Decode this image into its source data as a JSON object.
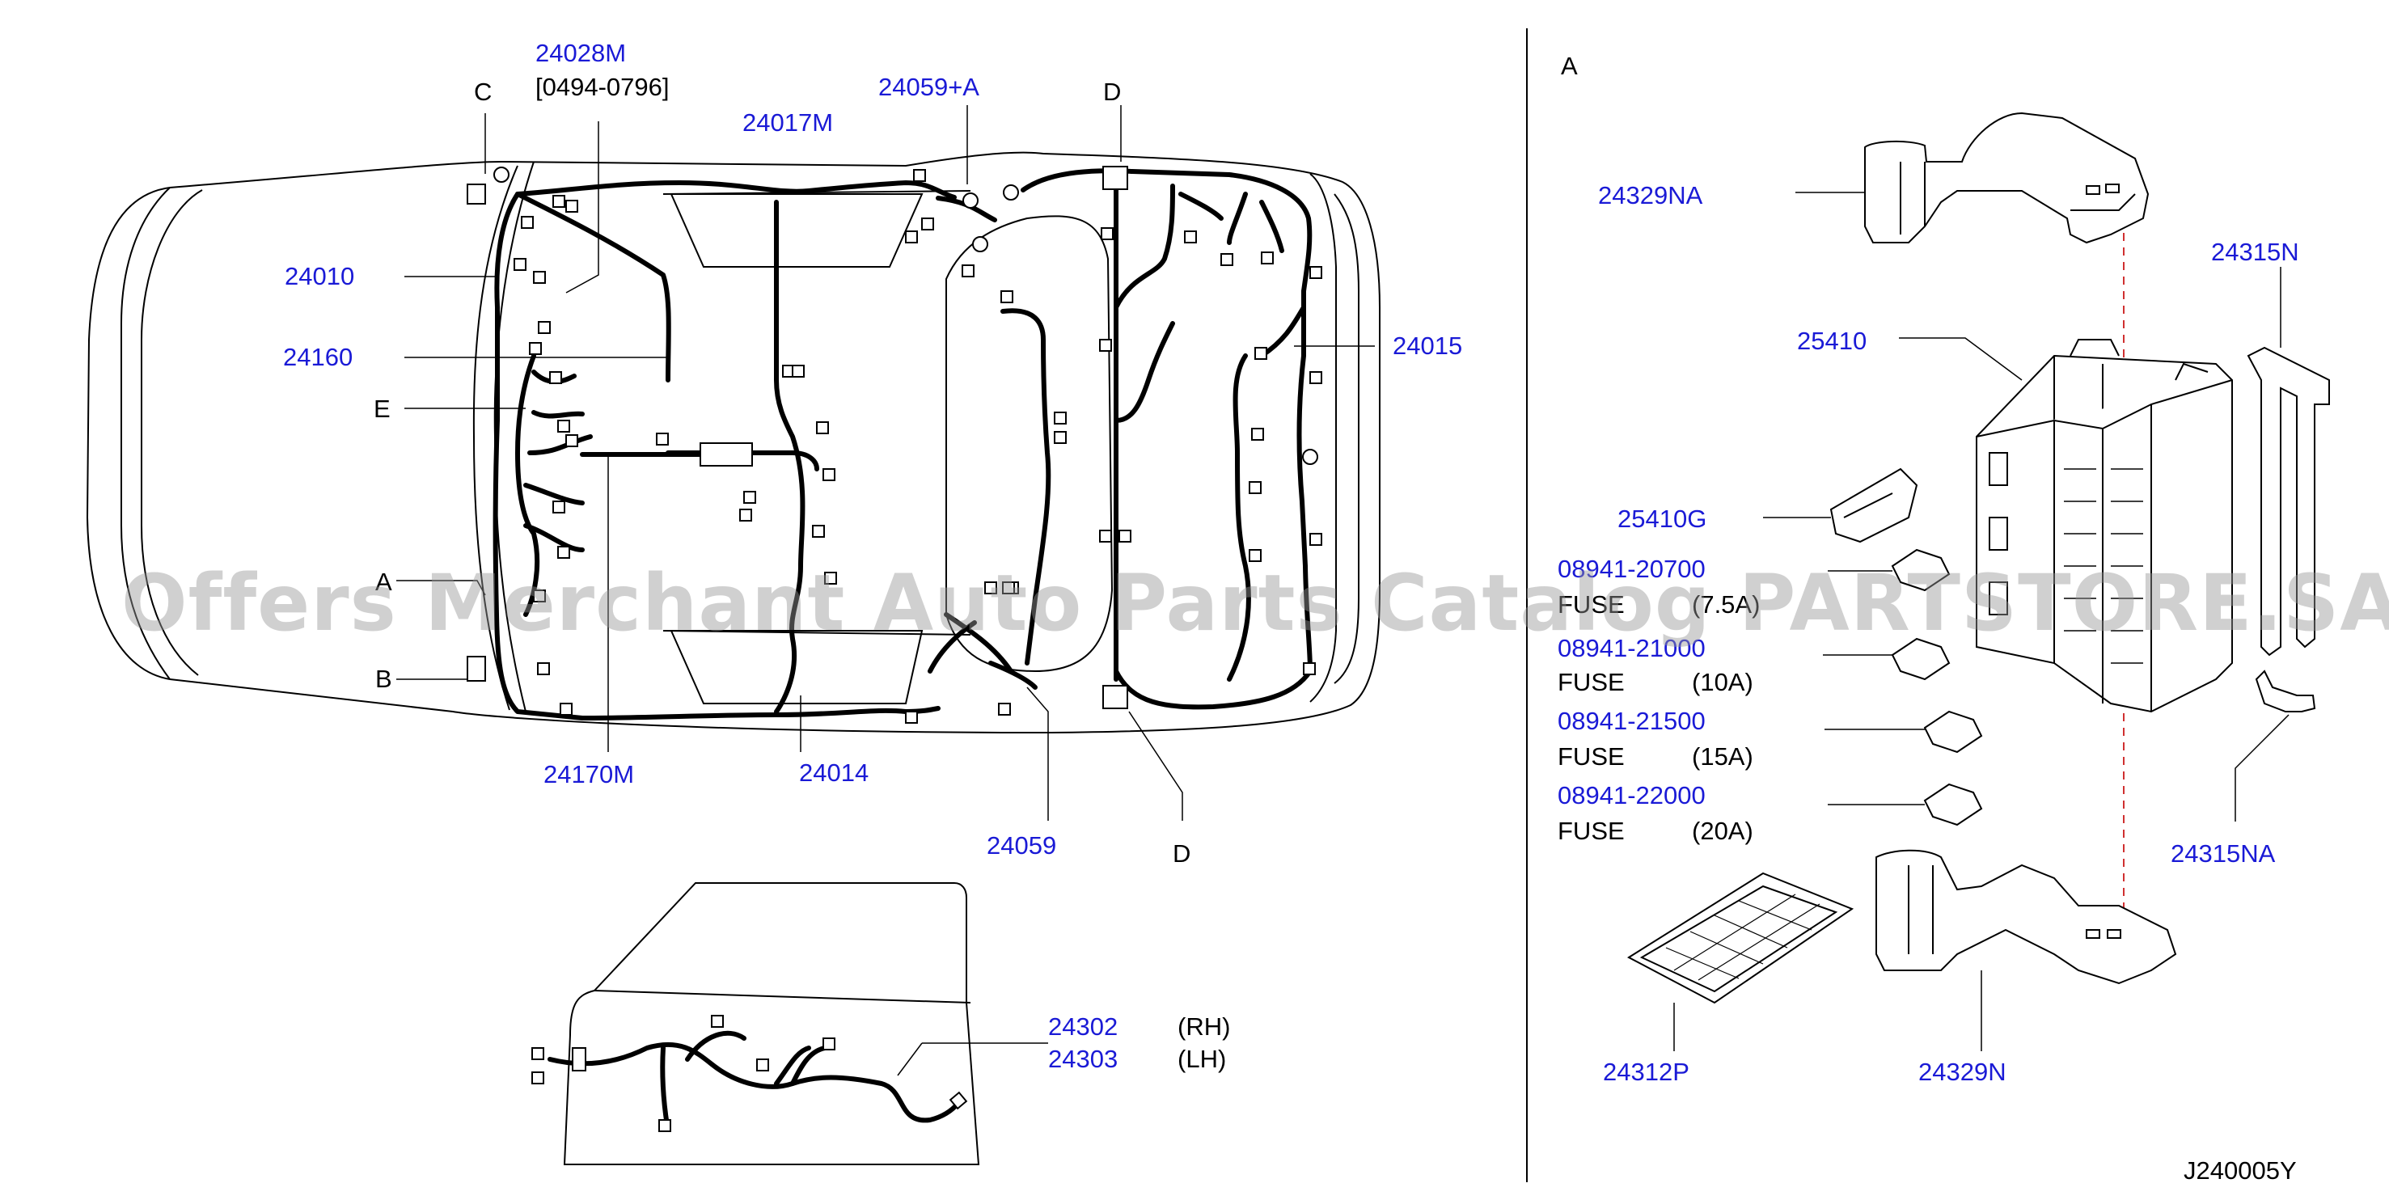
{
  "labels": {
    "p24028M": "24028M",
    "date_range": "[0494-0796]",
    "p24059A": "24059+A",
    "p24017M": "24017M",
    "callout_C": "C",
    "callout_D_top": "D",
    "p24010": "24010",
    "p24160": "24160",
    "callout_E": "E",
    "p24015": "24015",
    "callout_A_left": "A",
    "callout_B": "B",
    "p24170M": "24170M",
    "p24014": "24014",
    "p24059": "24059",
    "callout_D_bottom": "D",
    "p24302": "24302",
    "rh": "(RH)",
    "p24303": "24303",
    "lh": "(LH)",
    "view_A": "A",
    "p24329NA": "24329NA",
    "p24315N": "24315N",
    "p25410": "25410",
    "p25410G": "25410G",
    "p08941_20700": "08941-20700",
    "fuse_75": "FUSE",
    "fuse_75_rating": "(7.5A)",
    "p08941_21000": "08941-21000",
    "fuse_10": "FUSE",
    "fuse_10_rating": "(10A)",
    "p08941_21500": "08941-21500",
    "fuse_15": "FUSE",
    "fuse_15_rating": "(15A)",
    "p08941_22000": "08941-22000",
    "fuse_20": "FUSE",
    "fuse_20_rating": "(20A)",
    "p24315NA": "24315NA",
    "p24312P": "24312P",
    "p24329N": "24329N",
    "diagram_code": "J240005Y"
  },
  "watermark": "Offers Merchant Auto Parts Catalog PARTSTORE.SA",
  "colors": {
    "part_number": "#1a1ad6",
    "text": "#000000",
    "line": "#000000",
    "guide": "#d03030"
  }
}
